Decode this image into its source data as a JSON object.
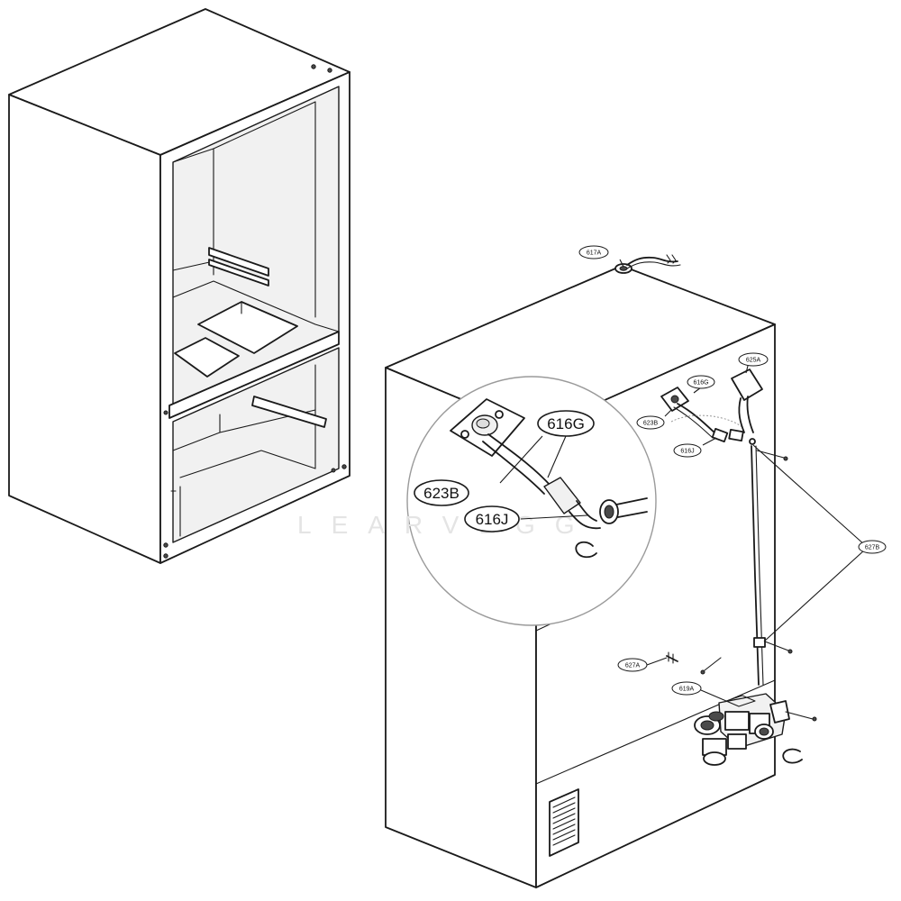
{
  "callouts": {
    "c617A": "617A",
    "c625A": "625A",
    "c616G_small": "616G",
    "c623B_small": "623B",
    "c616J_small": "616J",
    "c627B": "627B",
    "c627A": "627A",
    "c619A": "619A",
    "c616G_big": "616G",
    "c623B_big": "623B",
    "c616J_big": "616J"
  },
  "watermark": "LEARVEGG"
}
